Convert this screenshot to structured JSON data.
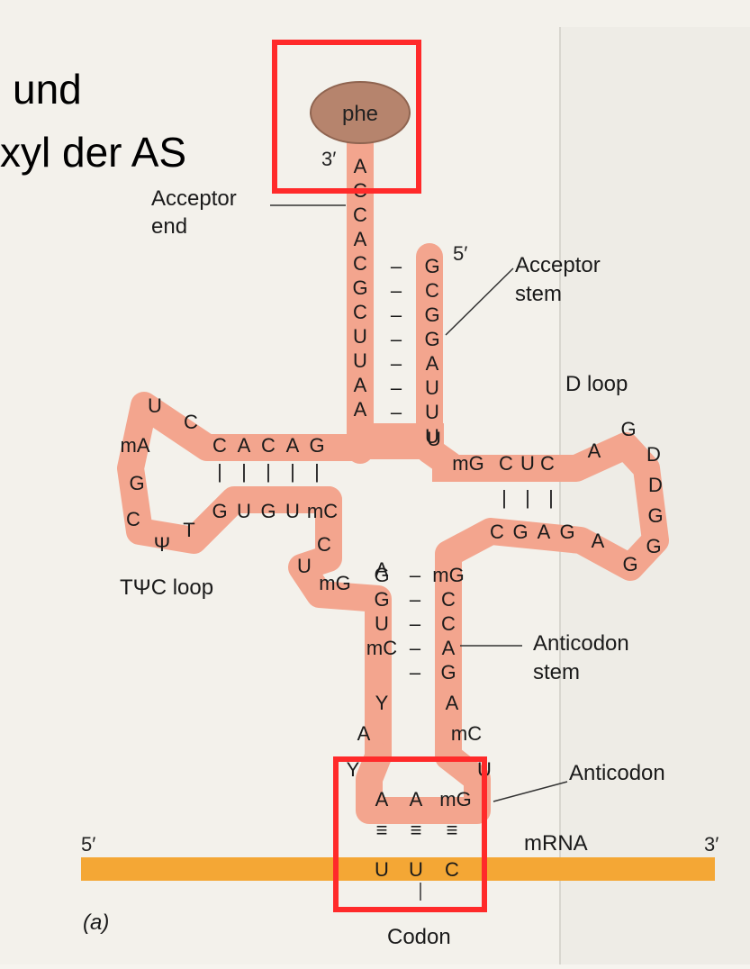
{
  "slide_text": {
    "line1": "und",
    "line2": "xyl der AS"
  },
  "diagram": {
    "amino_acid": "phe",
    "prime_3_top": "3′",
    "prime_5_top": "5′",
    "prime_5_mrna": "5′",
    "prime_3_mrna": "3′",
    "labels": {
      "acceptor_end_1": "Acceptor",
      "acceptor_end_2": "end",
      "acceptor_stem_1": "Acceptor",
      "acceptor_stem_2": "stem",
      "d_loop": "D loop",
      "tpsic_loop": "TΨC loop",
      "anticodon_stem_1": "Anticodon",
      "anticodon_stem_2": "stem",
      "anticodon": "Anticodon",
      "mrna": "mRNA",
      "codon": "Codon",
      "panel": "(a)"
    },
    "acceptor_left_strand": [
      "A",
      "C",
      "C",
      "A",
      "C",
      "G",
      "C",
      "U",
      "U",
      "A",
      "A"
    ],
    "acceptor_right_strand": [
      "G",
      "C",
      "G",
      "G",
      "A",
      "U",
      "U",
      "U"
    ],
    "t_arm_top": [
      "C",
      "A",
      "C",
      "A",
      "G"
    ],
    "t_arm_bottom": [
      "G",
      "U",
      "G",
      "U",
      "mC"
    ],
    "t_loop": [
      "U",
      "C",
      "mA",
      "G",
      "C",
      "Ψ",
      "T"
    ],
    "d_arm_top": [
      "mG",
      "C",
      "U",
      "C"
    ],
    "d_arm_bottom": [
      "C",
      "G",
      "A",
      "G"
    ],
    "d_loop": [
      "A",
      "G",
      "D",
      "D",
      "G",
      "G",
      "G",
      "A"
    ],
    "variable": [
      "C",
      "U",
      "mG"
    ],
    "anticodon_left_strand": [
      "G",
      "G",
      "U",
      "mC"
    ],
    "anticodon_right_strand": [
      "mG",
      "C",
      "C",
      "A",
      "G"
    ],
    "anticodon_loop_left": [
      "Y",
      "A",
      "Y"
    ],
    "anticodon_loop_right": [
      "A",
      "mC",
      "U"
    ],
    "anticodon_bases": [
      "A",
      "A",
      "mG"
    ],
    "codon_bases": [
      "U",
      "U",
      "C"
    ],
    "bar_pair": "–",
    "bar_tick": "|",
    "triple_bond": "≡"
  }
}
